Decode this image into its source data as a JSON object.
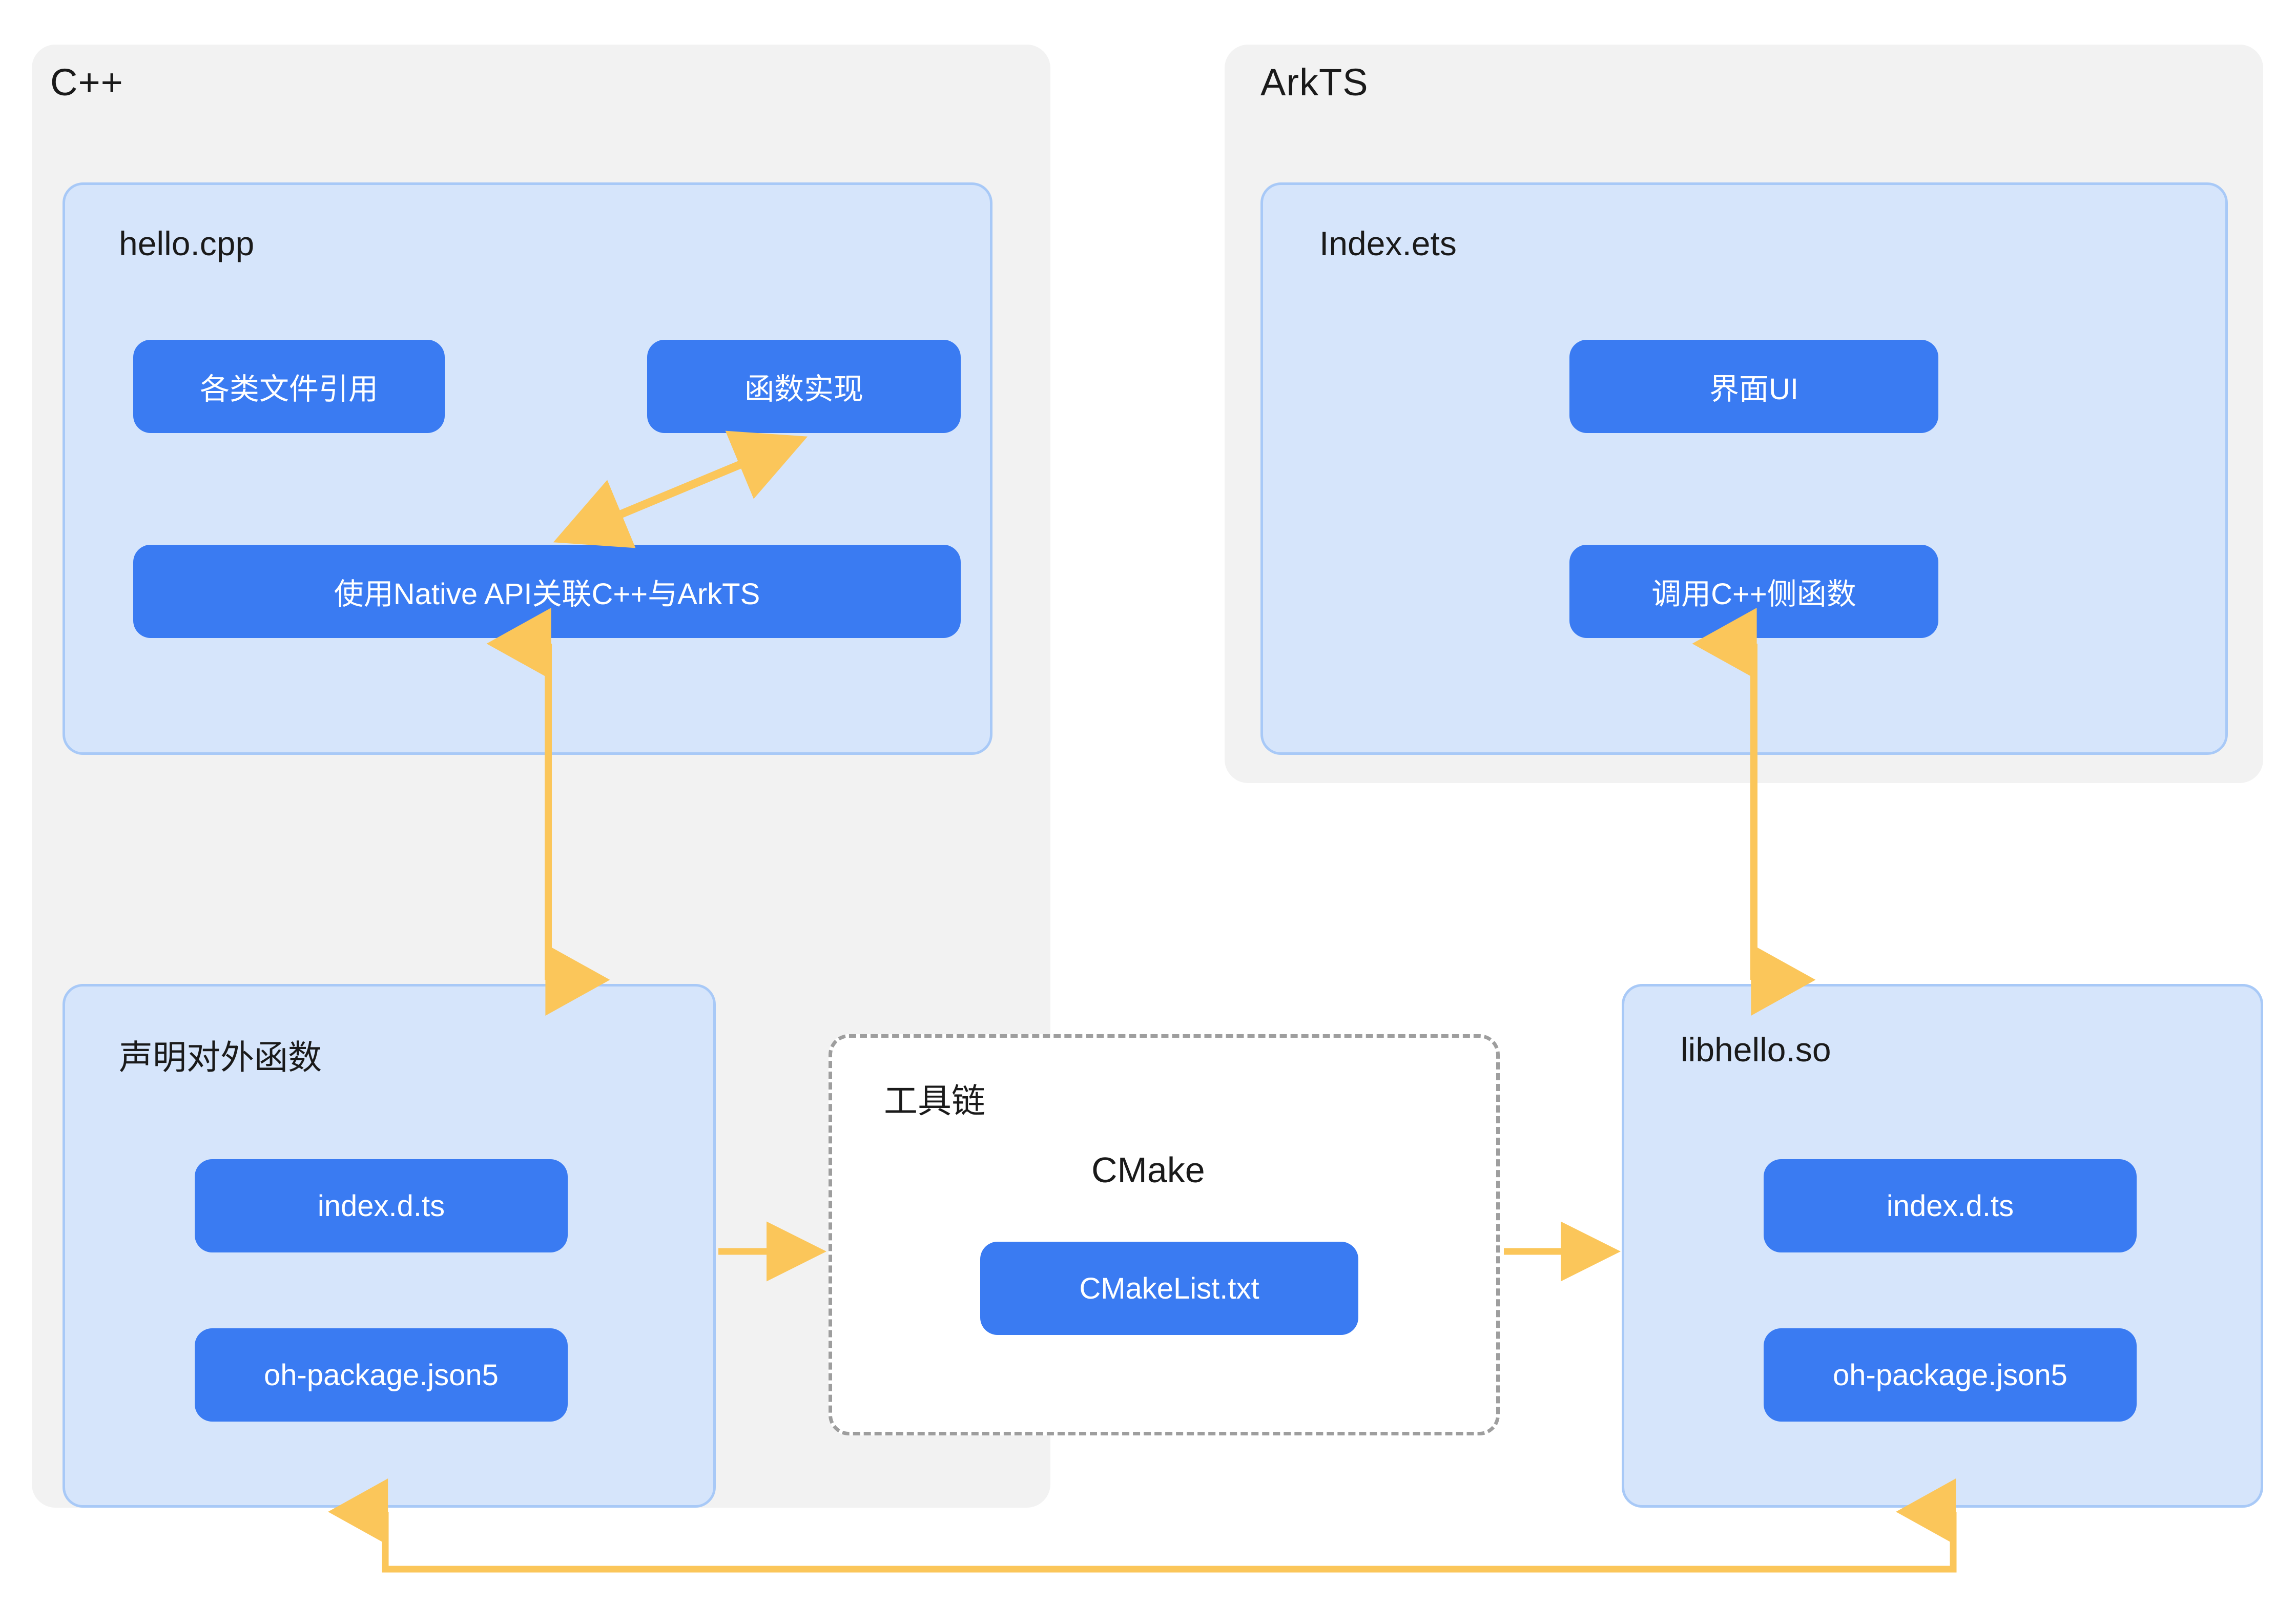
{
  "diagram": {
    "title_cpp": "C++",
    "title_arkts": "ArkTS",
    "accent_blue": "#3a7bf2",
    "card_fill": "#d6e5fb",
    "card_border": "#a8c9f7",
    "panel_fill": "#f2f2f2",
    "arrow_color": "#fbc65a",
    "dash_color": "#9e9e9e"
  },
  "cpp_panel": {
    "label": "C++",
    "hello_cpp": {
      "title": "hello.cpp",
      "nodes": {
        "file_ref": "各类文件引用",
        "func_impl": "函数实现",
        "native_api": "使用Native API关联C++与ArkTS"
      }
    },
    "declare": {
      "title": "声明对外函数",
      "nodes": {
        "index_dts": "index.d.ts",
        "oh_package": "oh-package.json5"
      }
    }
  },
  "arkts_panel": {
    "label": "ArkTS",
    "index_ets": {
      "title": "Index.ets",
      "nodes": {
        "ui": "界面UI",
        "call_cpp": "调用C++侧函数"
      }
    }
  },
  "toolchain": {
    "title": "工具链",
    "cmake_label": "CMake",
    "cmakelist": "CMakeList.txt"
  },
  "libhello": {
    "title": "libhello.so",
    "nodes": {
      "index_dts": "index.d.ts",
      "oh_package": "oh-package.json5"
    }
  }
}
